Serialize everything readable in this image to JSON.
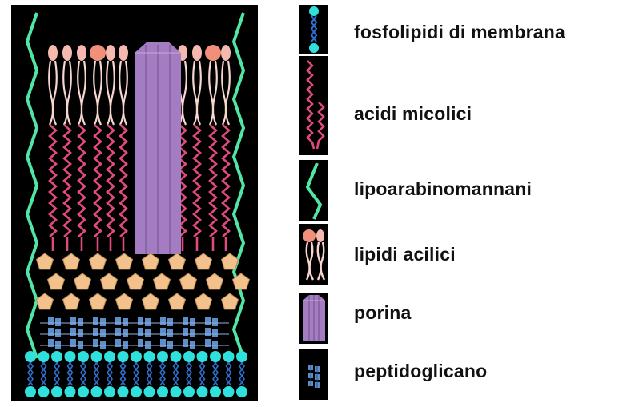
{
  "colors": {
    "background": "#000000",
    "phospholipid_head": "#2fe0dc",
    "mycolic_acid": "#e04a7d",
    "lipoarabinomannan": "#52e6a6",
    "acyl_lipid_head": "#f6b9b0",
    "acyl_lipid_round_head": "#f08f7a",
    "porin": "#a47cc1",
    "porin_edge": "#6f4f8d",
    "peptidoglycan": "#5d8ec9",
    "sugar_pentagon": "#f3c28c"
  },
  "legend": [
    {
      "id": "phospholipids",
      "label": "fosfolipidi di membrana",
      "icon": "phospholipid-icon"
    },
    {
      "id": "mycolic",
      "label": "acidi micolici",
      "icon": "mycolic-acid-icon"
    },
    {
      "id": "lam",
      "label": "lipoarabinomannani",
      "icon": "lipoarabinomannan-icon"
    },
    {
      "id": "acyl",
      "label": "lipidi acilici",
      "icon": "acyl-lipid-icon"
    },
    {
      "id": "porin",
      "label": "porina",
      "icon": "porin-icon"
    },
    {
      "id": "pg",
      "label": "peptidoglicano",
      "icon": "peptidoglycan-icon"
    }
  ]
}
